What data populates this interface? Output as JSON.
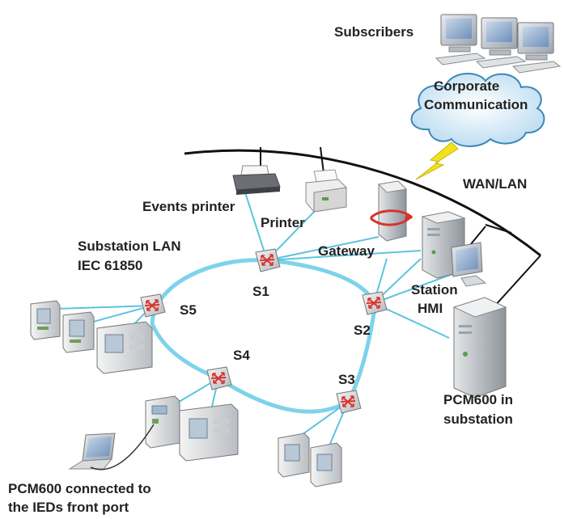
{
  "labels": {
    "subscribers": "Subscribers",
    "corporate_1": "Corporate",
    "corporate_2": "Communication",
    "wan_lan": "WAN/LAN",
    "events_printer": "Events printer",
    "printer": "Printer",
    "gateway": "Gateway",
    "substation_lan_1": "Substation LAN",
    "substation_lan_2": "IEC 61850",
    "station_1": "Station",
    "station_2": "HMI",
    "pcm_sub_1": "PCM600 in",
    "pcm_sub_2": "substation",
    "pcm_front_1": "PCM600 connected to",
    "pcm_front_2": "the IEDs front port"
  },
  "switches": {
    "s1": "S1",
    "s2": "S2",
    "s3": "S3",
    "s4": "S4",
    "s5": "S5"
  },
  "colors": {
    "ring": "#7dd3ea",
    "link": "#5cc4e0",
    "wan_line": "#111111",
    "cloud": "#cfe6f5",
    "lightning": "#f2e21a",
    "switch_arrows": "#d8322b"
  }
}
